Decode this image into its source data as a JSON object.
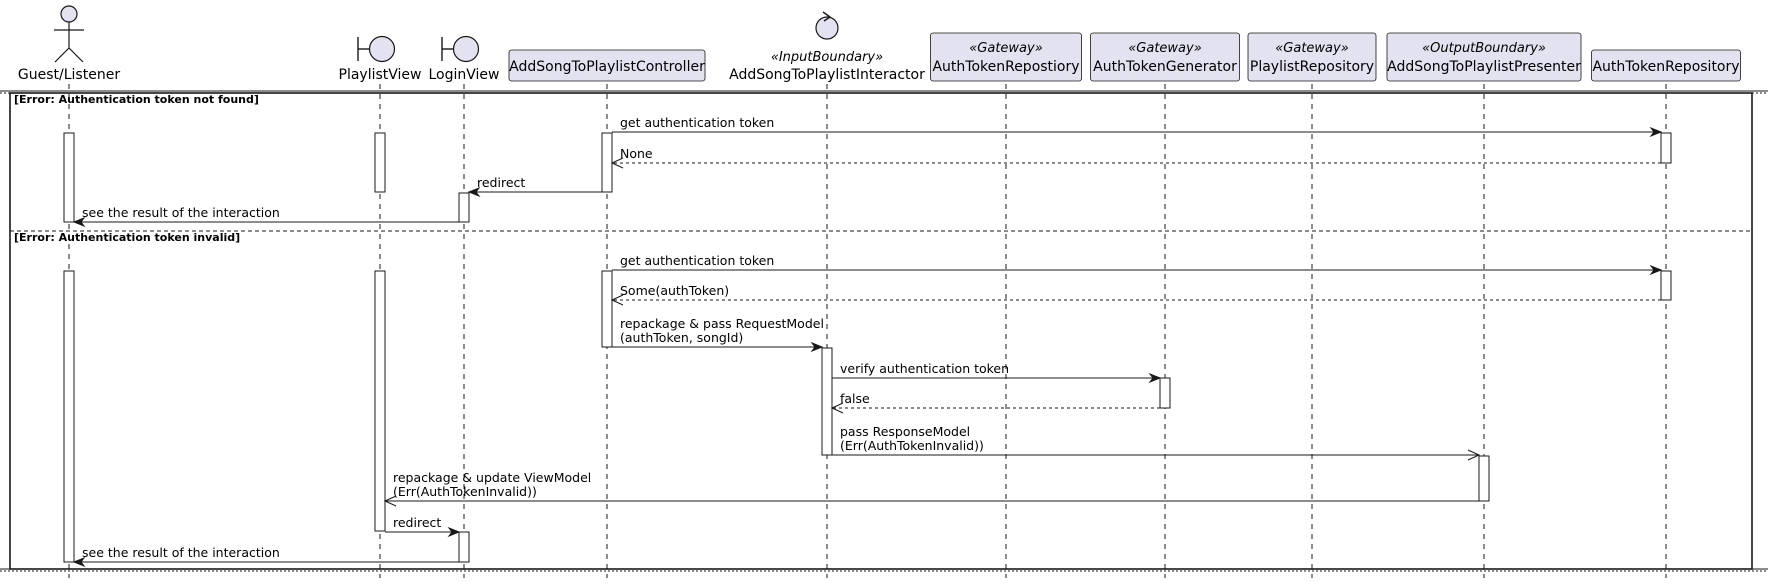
{
  "participants": [
    {
      "id": "guest",
      "name": "Guest/Listener",
      "kind": "actor"
    },
    {
      "id": "playlistview",
      "name": "PlaylistView",
      "kind": "boundary"
    },
    {
      "id": "loginview",
      "name": "LoginView",
      "kind": "boundary"
    },
    {
      "id": "controller",
      "name": "AddSongToPlaylistController",
      "kind": "participant"
    },
    {
      "id": "interactor",
      "name": "AddSongToPlaylistInteractor",
      "kind": "control",
      "stereotype": "«InputBoundary»"
    },
    {
      "id": "authrepo_gw",
      "name": "AuthTokenRepostiory",
      "kind": "participant",
      "stereotype": "«Gateway»"
    },
    {
      "id": "authgen",
      "name": "AuthTokenGenerator",
      "kind": "participant",
      "stereotype": "«Gateway»"
    },
    {
      "id": "playlistrepo",
      "name": "PlaylistRepository",
      "kind": "participant",
      "stereotype": "«Gateway»"
    },
    {
      "id": "presenter",
      "name": "AddSongToPlaylistPresenter",
      "kind": "participant",
      "stereotype": "«OutputBoundary»"
    },
    {
      "id": "authrepo",
      "name": "AuthTokenRepository",
      "kind": "participant"
    }
  ],
  "fragments": [
    {
      "label": "[Error: Authentication token not found]",
      "messages": [
        {
          "from": "controller",
          "to": "authrepo",
          "lines": [
            "get authentication token"
          ],
          "style": "sync"
        },
        {
          "from": "authrepo",
          "to": "controller",
          "lines": [
            "None"
          ],
          "style": "return"
        },
        {
          "from": "controller",
          "to": "loginview",
          "lines": [
            "redirect"
          ],
          "style": "sync"
        },
        {
          "from": "loginview",
          "to": "guest",
          "lines": [
            "see the result of the interaction"
          ],
          "style": "sync"
        }
      ]
    },
    {
      "label": "[Error: Authentication token invalid]",
      "messages": [
        {
          "from": "controller",
          "to": "authrepo",
          "lines": [
            "get authentication token"
          ],
          "style": "sync"
        },
        {
          "from": "authrepo",
          "to": "controller",
          "lines": [
            "Some(authToken)"
          ],
          "style": "return"
        },
        {
          "from": "controller",
          "to": "interactor",
          "lines": [
            "repackage & pass RequestModel",
            "(authToken, songId)"
          ],
          "style": "sync"
        },
        {
          "from": "interactor",
          "to": "authgen",
          "lines": [
            "verify authentication token"
          ],
          "style": "sync"
        },
        {
          "from": "authgen",
          "to": "interactor",
          "lines": [
            "false"
          ],
          "style": "return"
        },
        {
          "from": "interactor",
          "to": "presenter",
          "lines": [
            "pass ResponseModel",
            "(Err(AuthTokenInvalid))"
          ],
          "style": "async"
        },
        {
          "from": "presenter",
          "to": "playlistview",
          "lines": [
            "repackage & update ViewModel",
            "(Err(AuthTokenInvalid))"
          ],
          "style": "async"
        },
        {
          "from": "playlistview",
          "to": "loginview",
          "lines": [
            "redirect"
          ],
          "style": "sync"
        },
        {
          "from": "loginview",
          "to": "guest",
          "lines": [
            "see the result of the interaction"
          ],
          "style": "sync"
        }
      ]
    }
  ],
  "colors": {
    "participant_fill": "#E2E2F0",
    "participant_stroke": "#181818",
    "line": "#181818",
    "lifeline": "#181818",
    "activation_fill": "#FFFFFF",
    "background": "#FFFFFF"
  }
}
